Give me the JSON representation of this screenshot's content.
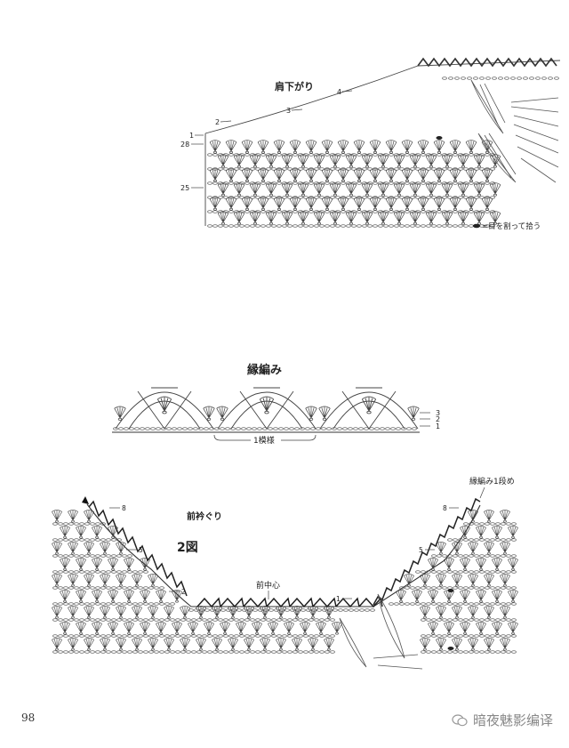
{
  "diagram1": {
    "title": "肩下がり",
    "row_labels": {
      "r1": "1",
      "r2": "2",
      "r3": "3",
      "r4": "4",
      "r28": "28",
      "r25": "25"
    },
    "legend_text": "=目を割って拾う"
  },
  "diagram2": {
    "title": "縁編み",
    "row_labels": {
      "r1": "1",
      "r2": "2",
      "r3": "3"
    },
    "repeat_label": "1模様"
  },
  "diagram3": {
    "title": "前衿ぐり",
    "figure_label": "2図",
    "center_label": "前中心",
    "border_row_label": "縁編み1段め",
    "left_labels": {
      "r8": "8",
      "r5": "5",
      "r2": "2"
    },
    "right_labels": {
      "r8": "8",
      "r5": "5",
      "r1": "1"
    }
  },
  "footer": {
    "page_number": "98",
    "watermark": "暗夜魅影编译"
  }
}
